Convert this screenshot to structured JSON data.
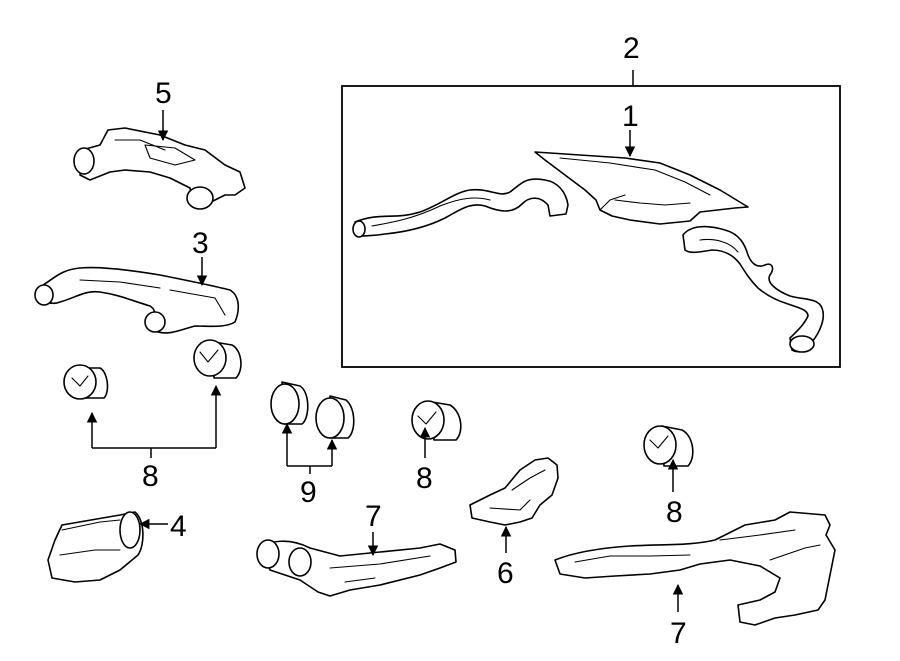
{
  "callouts": {
    "c1": "1",
    "c2": "2",
    "c3": "3",
    "c4": "4",
    "c5": "5",
    "c6": "6",
    "c7a": "7",
    "c7b": "7",
    "c8a": "8",
    "c8b": "8",
    "c8c": "8",
    "c9": "9"
  }
}
